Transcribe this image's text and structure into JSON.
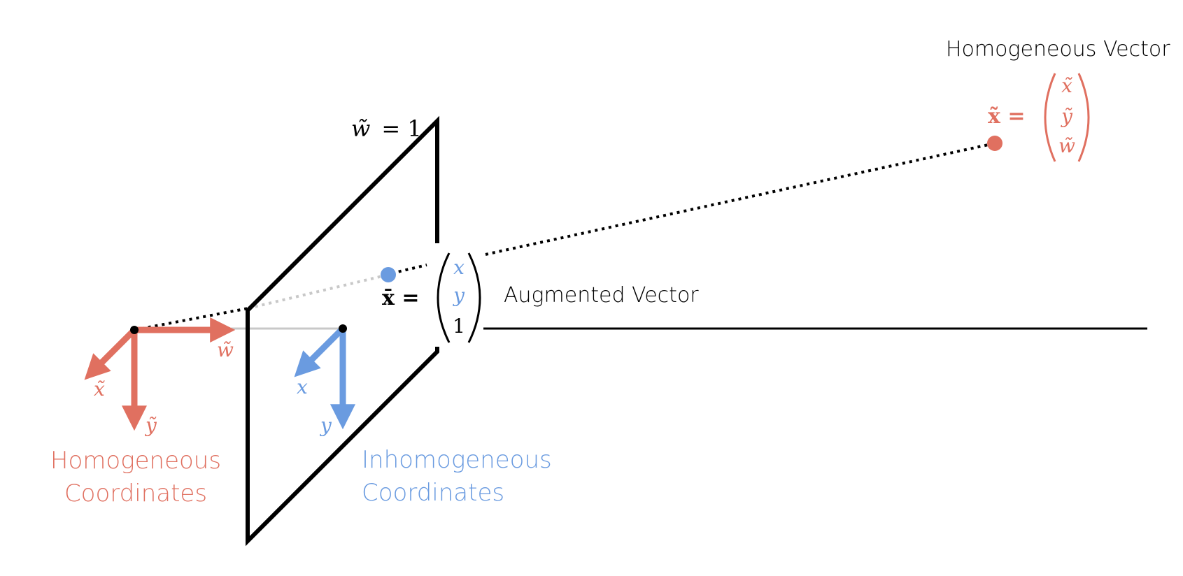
{
  "colors": {
    "homogeneous": "#e07060",
    "inhomogeneous": "#6a9be0",
    "ink": "#000000",
    "faint": "#c8c8c8"
  },
  "labels": {
    "homogeneous_vector": "Homogeneous Vector",
    "augmented_vector": "Augmented Vector",
    "homogeneous_coordinates": [
      "Homogeneous",
      "Coordinates"
    ],
    "inhomogeneous_coordinates": [
      "Inhomogeneous",
      "Coordinates"
    ]
  },
  "math": {
    "plane_eq_lhs": "w̃",
    "plane_eq_rhs": "= 1",
    "homog_vec_lhs": "x̃ =",
    "homog_components": [
      "x̃",
      "ỹ",
      "w̃"
    ],
    "aug_vec_lhs": "x̄ =",
    "aug_components": [
      "x",
      "y",
      "1"
    ],
    "homog_axes": {
      "w": "w̃",
      "x": "x̃",
      "y": "ỹ"
    },
    "inhomog_axes": {
      "x": "x",
      "y": "y"
    }
  }
}
